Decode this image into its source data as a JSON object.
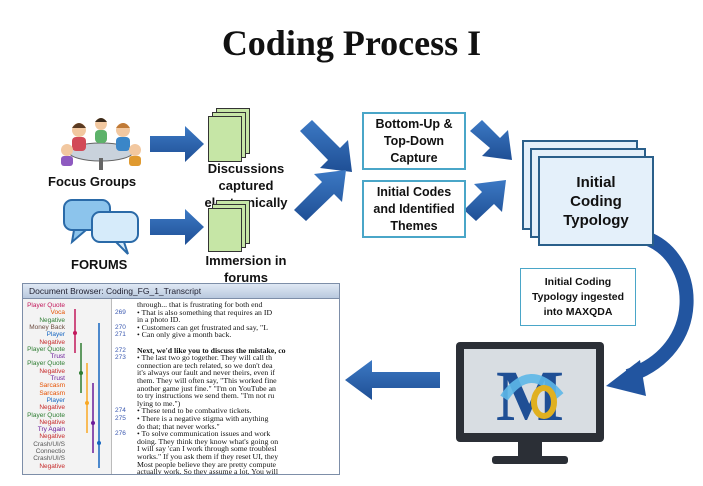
{
  "title": "Coding Process I",
  "left_nodes": {
    "focus_groups": "Focus Groups",
    "forums": "FORUMS"
  },
  "stacks": {
    "discussions": [
      "Discussions",
      "captured",
      "electronically"
    ],
    "immersion": [
      "Immersion in",
      "forums"
    ]
  },
  "boxes": {
    "capture": [
      "Bottom-Up &",
      "Top-Down",
      "Capture"
    ],
    "themes": [
      "Initial Codes",
      "and Identified",
      "Themes"
    ]
  },
  "typology": [
    "Initial",
    "Coding",
    "Typology"
  ],
  "ingest": [
    "Initial Coding",
    "Typology ingested",
    "into MAXQDA"
  ],
  "screenshot": {
    "window_title": "Document Browser: Coding_FG_1_Transcript",
    "codes": [
      "Player Quote",
      "Voca",
      "Negative",
      "Money Back",
      "Player",
      "Negative",
      "Player Quote",
      "Trust",
      "Player Quote",
      "Negative",
      "Trust",
      "Sarcasm",
      "Sarcasm",
      "Player",
      "Negative",
      "Player Quote",
      "Negative",
      "Try Again",
      "Negative",
      "Crash/UI/S",
      "Connectio",
      "Crash/UI/S",
      "Negative"
    ],
    "lines": [
      {
        "num": "",
        "text": "through... that is frustrating for both end"
      },
      {
        "num": "269",
        "text": "•     That is also something that requires an ID"
      },
      {
        "num": "",
        "text": "       in a photo ID."
      },
      {
        "num": "270",
        "text": "•     Customers can get frustrated and say, \"L"
      },
      {
        "num": "271",
        "text": "•     Can only give a month back."
      },
      {
        "num": "",
        "text": ""
      },
      {
        "num": "272",
        "text": "Next, we'd like you to discuss the mistake, co"
      },
      {
        "num": "273",
        "text": "•     The last two go together. They will call th"
      },
      {
        "num": "",
        "text": "       connection are tech related, so we don't dea"
      },
      {
        "num": "",
        "text": "       it's always our fault and never theirs, even if"
      },
      {
        "num": "",
        "text": "       them. They will often say, \"This worked fine"
      },
      {
        "num": "",
        "text": "       another game just fine.\" \"I'm on YouTube an"
      },
      {
        "num": "",
        "text": "       to try instructions we send them. \"I'm not ru"
      },
      {
        "num": "",
        "text": "       lying to me.\")"
      },
      {
        "num": "274",
        "text": "•     These tend to be combative tickets."
      },
      {
        "num": "275",
        "text": "•     There is a negative stigma with anything"
      },
      {
        "num": "",
        "text": "       do that; that never works.\""
      },
      {
        "num": "276",
        "text": "•     To solve communication issues and work"
      },
      {
        "num": "",
        "text": "       doing. They think they know what's going on"
      },
      {
        "num": "",
        "text": "       I will say 'can I work through some troublesl"
      },
      {
        "num": "",
        "text": "       works.\" If you ask them if they reset UI, they"
      },
      {
        "num": "",
        "text": "       Most people believe they are pretty compute"
      },
      {
        "num": "",
        "text": "       actually work. So they assume a lot. You will"
      }
    ]
  }
}
